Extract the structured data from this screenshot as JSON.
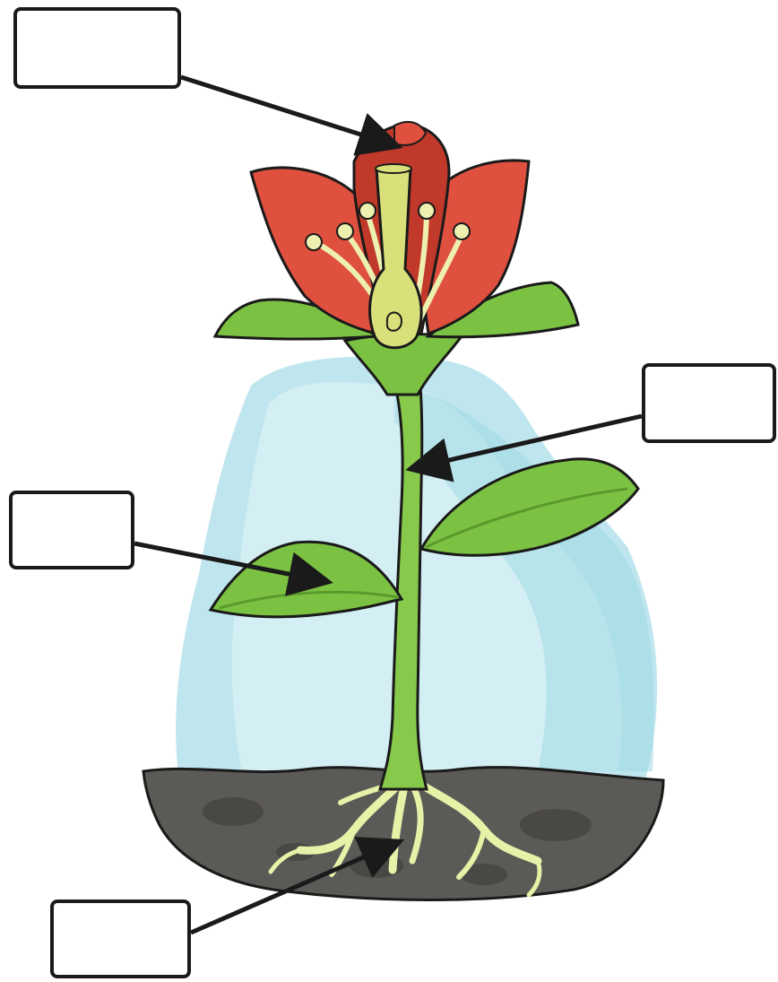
{
  "diagram": {
    "subject": "plant-parts",
    "colors": {
      "petal": "#e0503f",
      "petal_dark": "#c0392b",
      "leaf": "#7cc242",
      "leaf_dark": "#5a9a2c",
      "stem": "#86c94b",
      "pistil": "#d9e07a",
      "stamen": "#eef0b0",
      "soil": "#5c5a57",
      "soil_dark": "#4a4845",
      "root": "#e6f2a8",
      "background_light": "#e6f6f8",
      "background_mid": "#bfe6ee",
      "background_deep": "#9ed8e4",
      "outline": "#1a1a1a"
    },
    "labels": [
      {
        "id": "flower",
        "text": ""
      },
      {
        "id": "stem",
        "text": ""
      },
      {
        "id": "leaf",
        "text": ""
      },
      {
        "id": "root",
        "text": ""
      }
    ]
  }
}
